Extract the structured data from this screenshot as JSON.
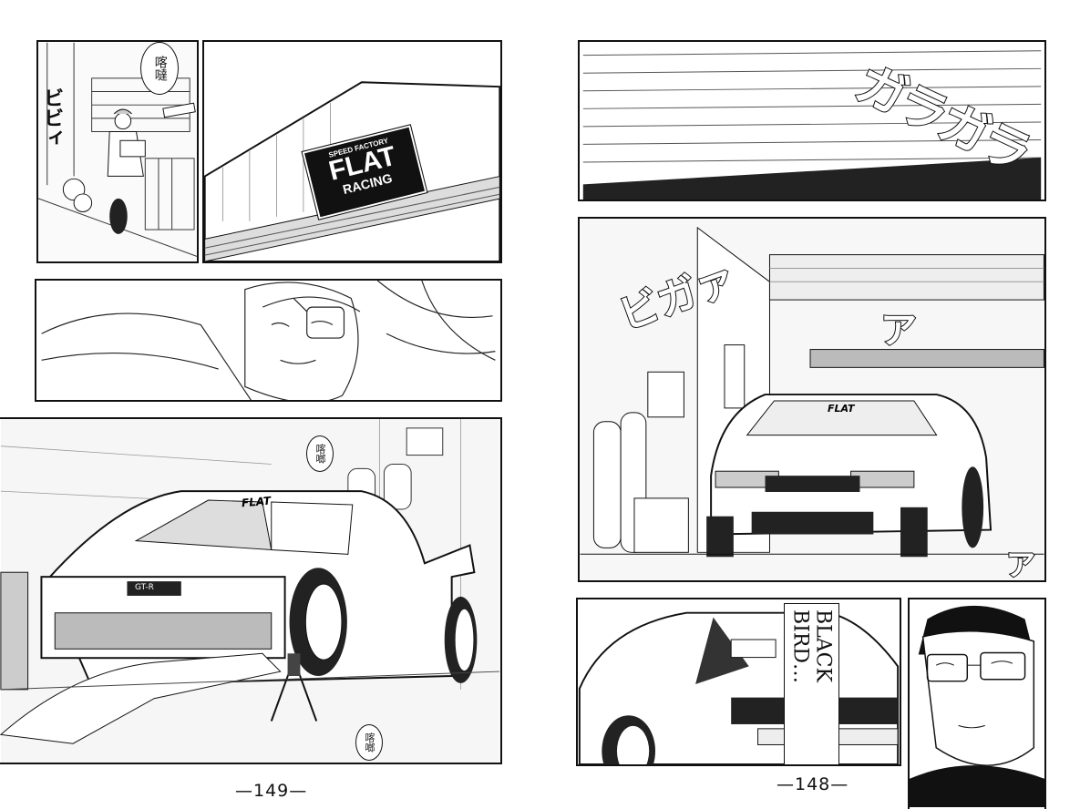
{
  "left_page": {
    "page_number": "—149—",
    "panel1": {
      "speech": "喀噠",
      "sfx": "ビビィ"
    },
    "panel2": {
      "sign_top": "SPEED FACTORY",
      "sign_main": "FLAT",
      "sign_bottom": "RACING"
    },
    "panel4": {
      "speech_top": "喀啷",
      "speech_bottom": "喀啷",
      "car_decal": "FLAT",
      "grille_badge": "GT-R"
    }
  },
  "right_page": {
    "page_number": "—148—",
    "panel5": {
      "sfx": "ガラガラ"
    },
    "panel6": {
      "sfx": "ビガァ",
      "sfx2": "ア",
      "sfx3": "ア",
      "car_decal": "FLAT"
    },
    "panel7": {
      "caption_line1": "BLACK",
      "caption_line2": "BIRD…"
    }
  }
}
